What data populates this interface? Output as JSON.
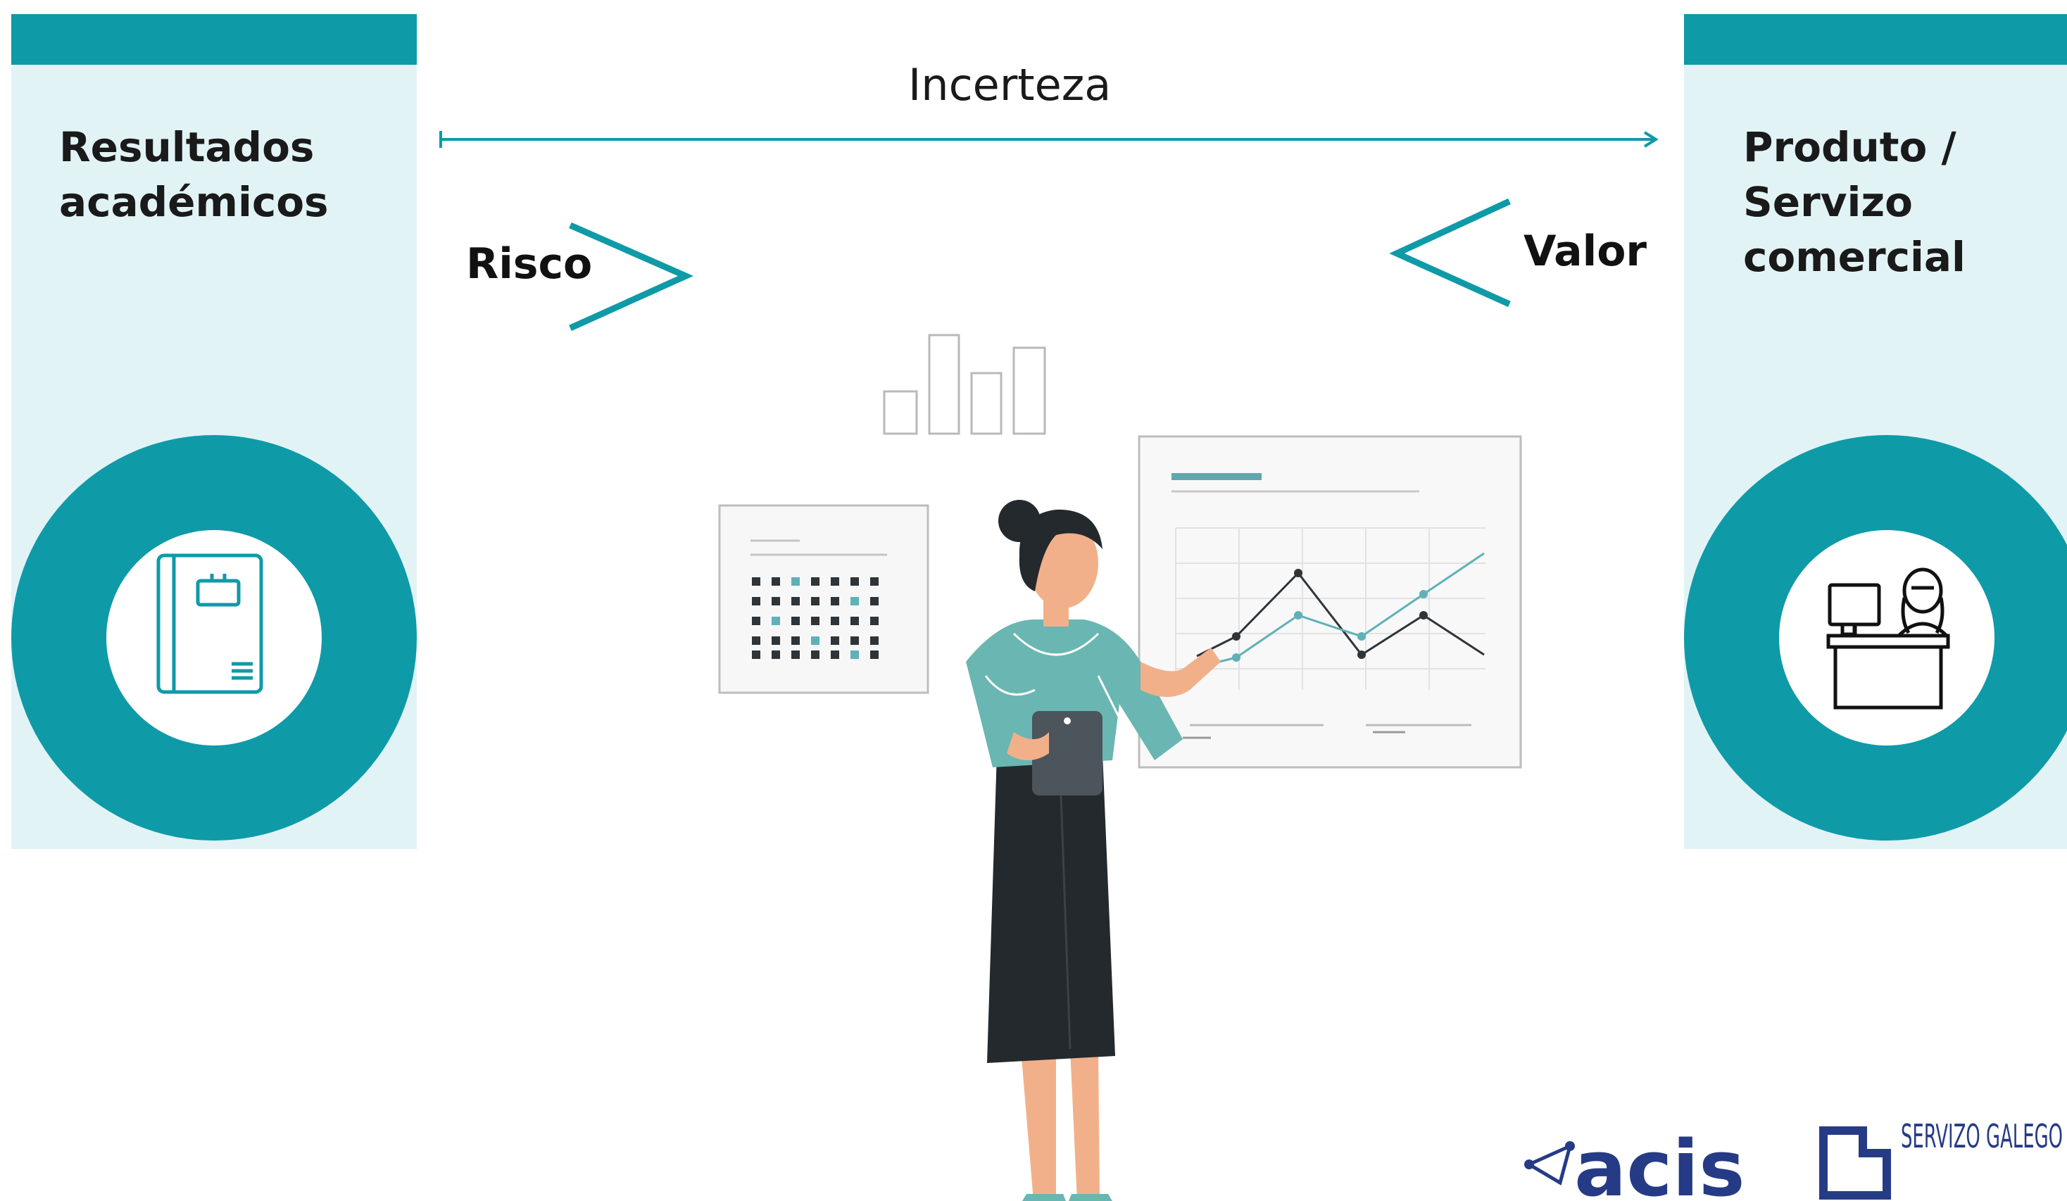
{
  "diagram": {
    "left_box": {
      "title": "Resultados\nacadémicos",
      "icon": "book-icon"
    },
    "right_box": {
      "title": "Produto /\nServizo\ncomercial",
      "icon": "shop-attendant-icon"
    },
    "arrow_label": "Incerteza",
    "risk_label": "Risco",
    "value_label": "Valor"
  },
  "logos": {
    "acis": "acis",
    "sergas": "SERVIZO GALEGO"
  },
  "colors": {
    "accent": "#0f9aa8",
    "panel": "#e2f3f6",
    "dark": "#24292d"
  }
}
